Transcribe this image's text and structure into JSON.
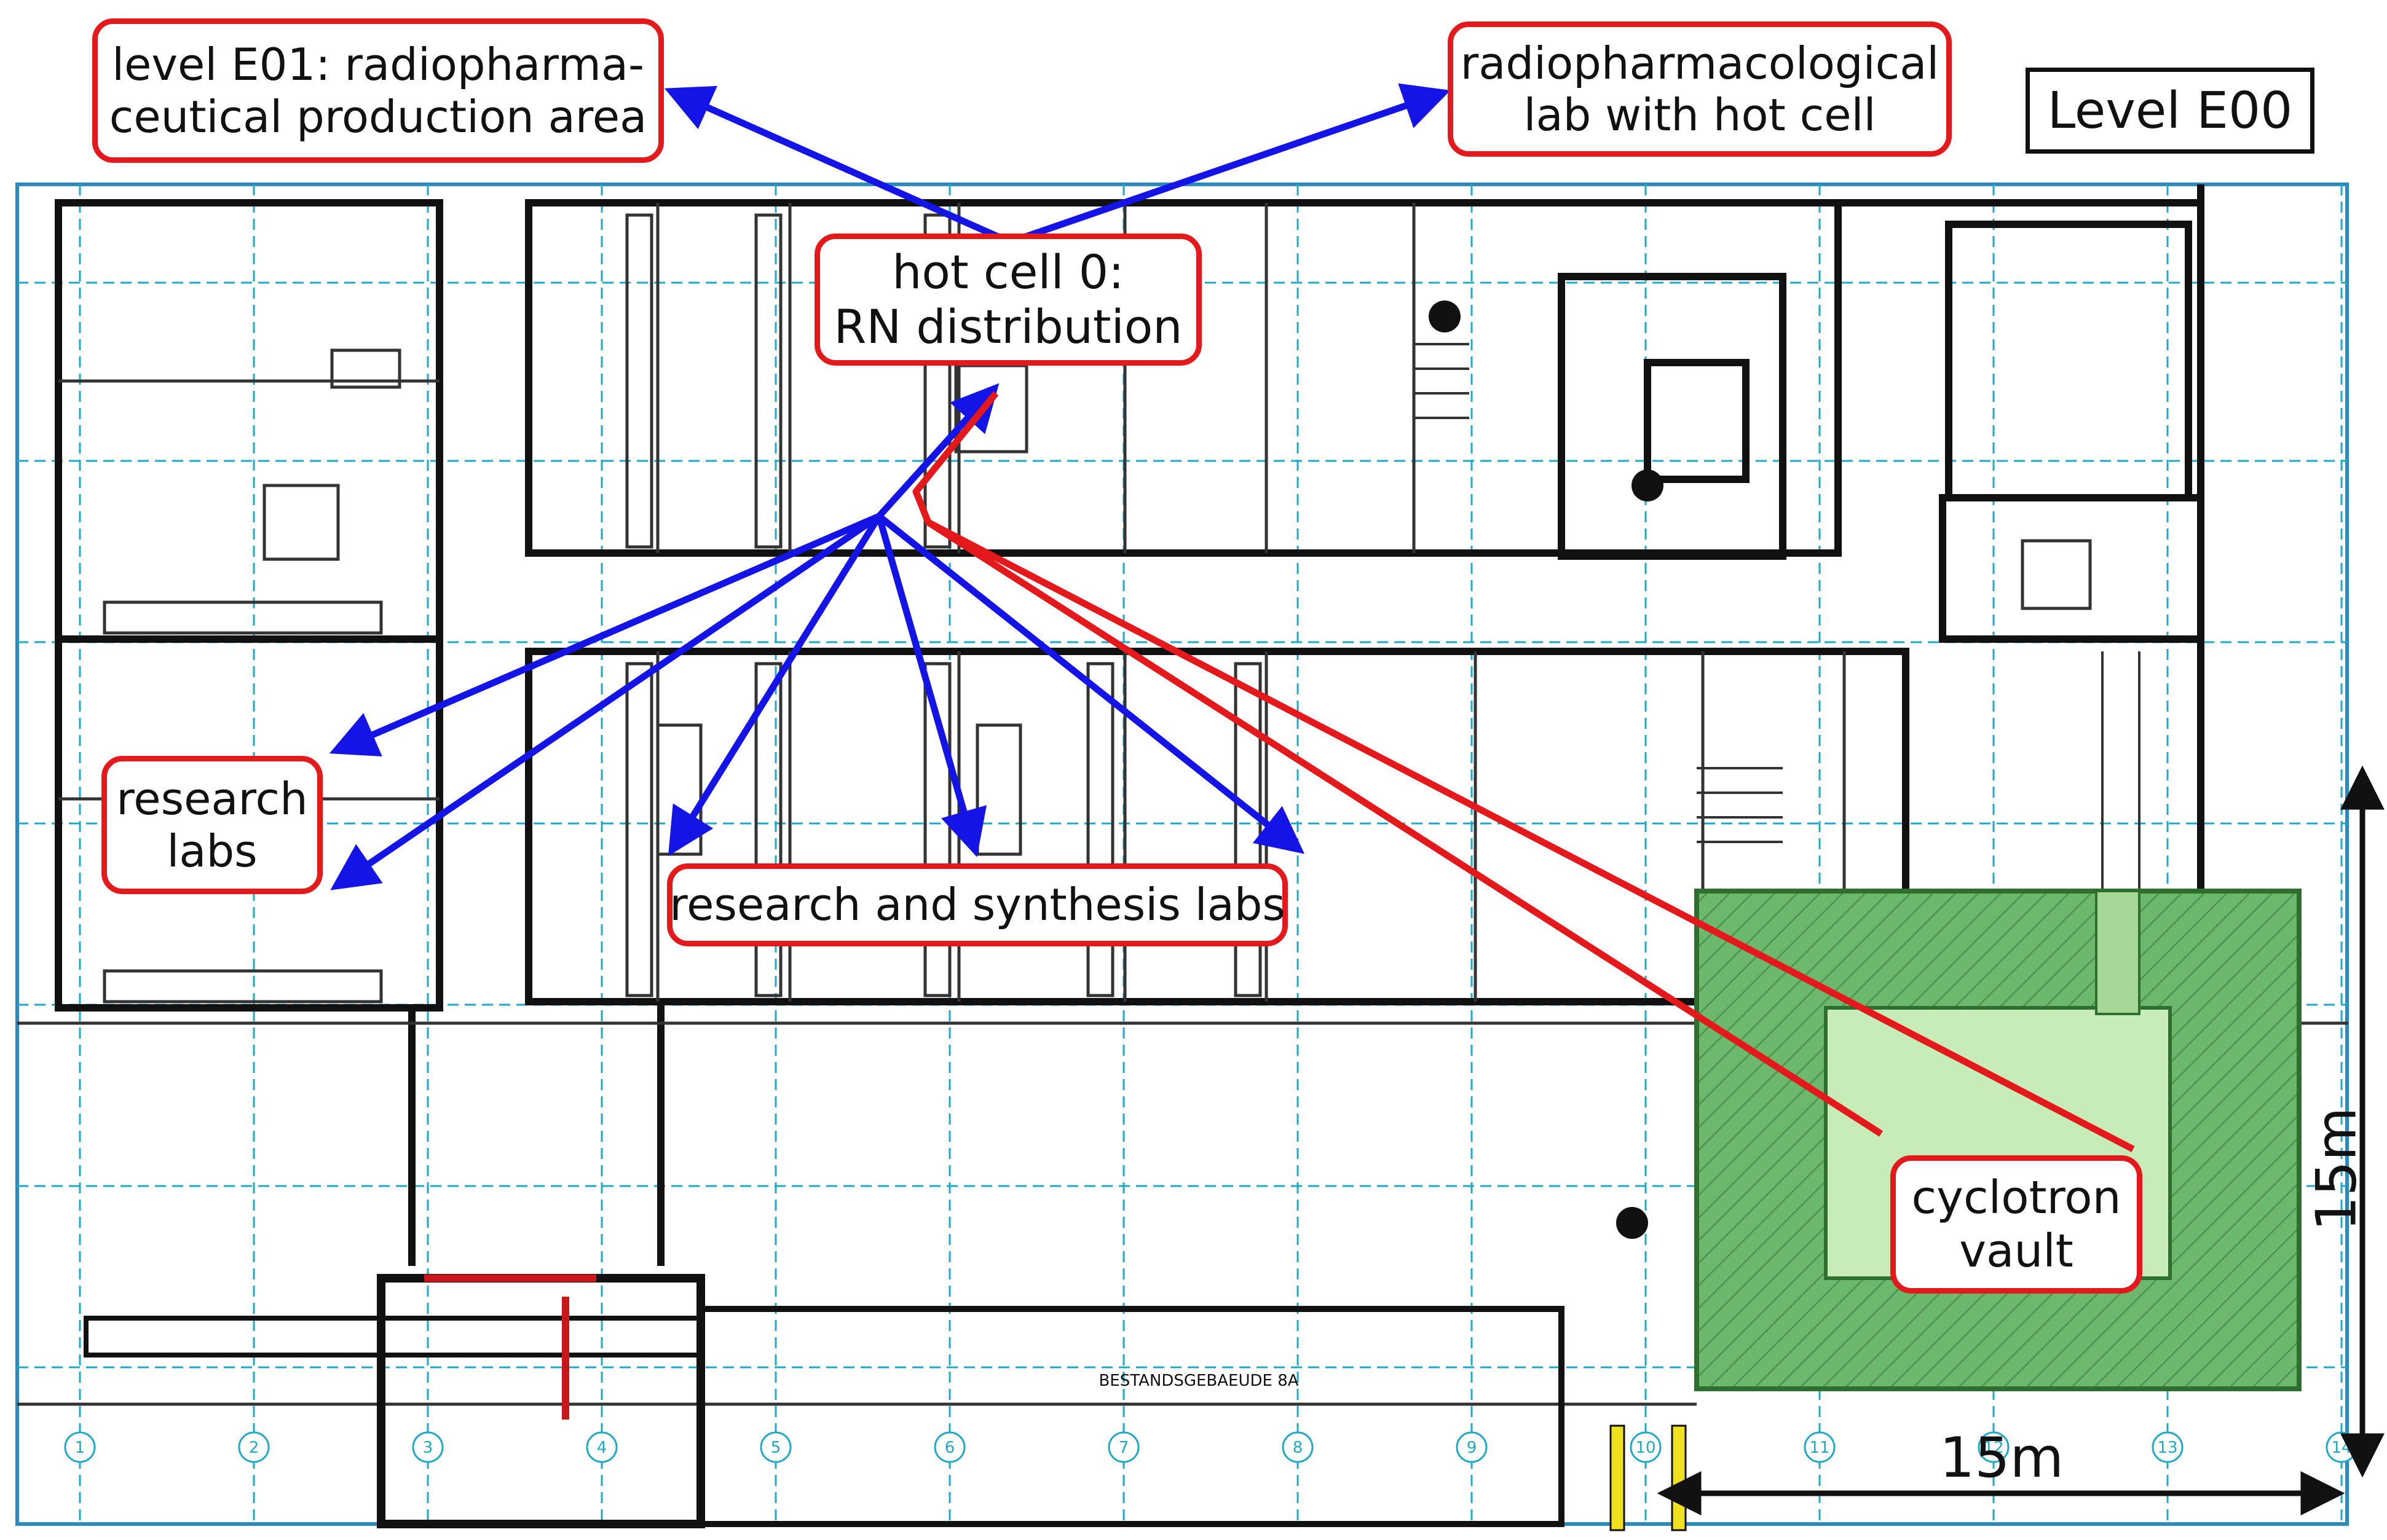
{
  "level_label": "Level E00",
  "callouts": {
    "e01": [
      "level E01: radiopharma-",
      "ceutical production area"
    ],
    "radiolab": [
      "radiopharmacological",
      "lab with hot cell"
    ],
    "hotcell": [
      "hot cell 0:",
      "RN distribution"
    ],
    "research_labs": [
      "research",
      "labs"
    ],
    "synthesis": [
      "research and synthesis labs"
    ],
    "cyclotron": [
      "cyclotron",
      "vault"
    ]
  },
  "scale": {
    "horizontal": "15m",
    "vertical": "15m"
  },
  "building_label": "BESTANDSGEBAEUDE 8A",
  "grid_labels": [
    "1",
    "2",
    "3",
    "4",
    "5",
    "6",
    "7",
    "8",
    "9",
    "10",
    "11",
    "12",
    "13",
    "14"
  ],
  "colors": {
    "callout_border": "#e3191c",
    "arrow_blue": "#1414e6",
    "line_red": "#e3191c",
    "vault_green": "#6cb86c",
    "grid_cyan": "#1fa8c8"
  }
}
